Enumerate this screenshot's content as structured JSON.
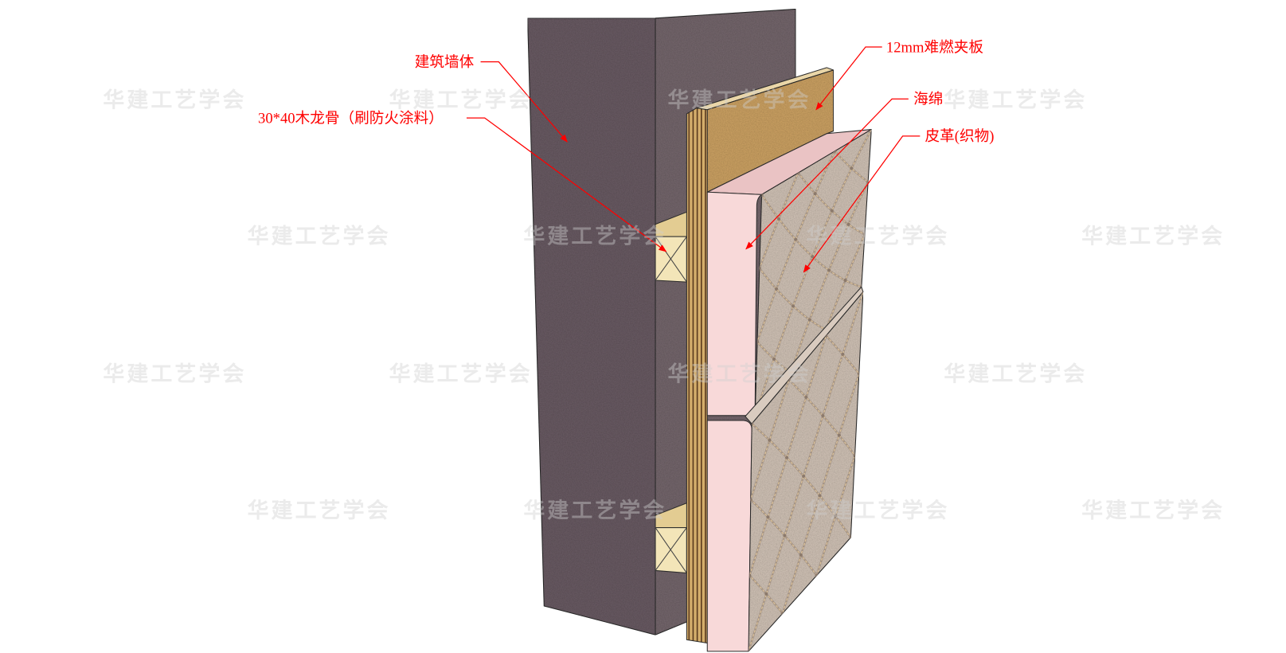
{
  "labels": {
    "building_wall": "建筑墙体",
    "wood_batten": "30*40木龙骨（刷防火涂料）",
    "plywood": "12mm难燃夹板",
    "sponge": "海绵",
    "leather": "皮革(织物)"
  },
  "watermark": "华建工艺学会",
  "colors": {
    "label": "#ff0000",
    "wall_cut_face": "#665960",
    "wall_side_face": "#716469",
    "batten": "#f3e5b8",
    "plywood_face": "#c69d61",
    "sponge": "#f8d9d9",
    "leather": "#cbbdb1"
  }
}
